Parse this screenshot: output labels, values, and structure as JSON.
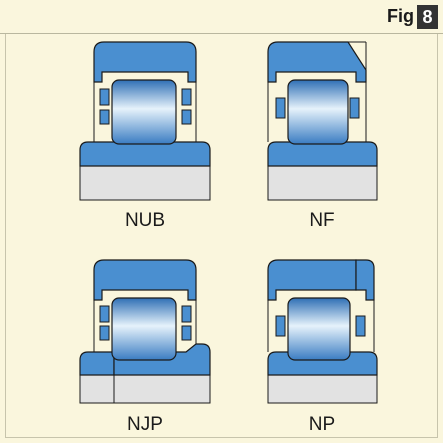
{
  "figure": {
    "label": "Fig",
    "number": "8"
  },
  "bearings": [
    {
      "type": "NUB",
      "caption": "NUB"
    },
    {
      "type": "NF",
      "caption": "NF"
    },
    {
      "type": "NJP",
      "caption": "NJP"
    },
    {
      "type": "NP",
      "caption": "NP"
    }
  ],
  "colors": {
    "background": "#faf6dd",
    "ring_blue": "#4a8fd0",
    "roller_dark": "#2f6fb5",
    "roller_light": "#e6f2fb",
    "shaft_grey": "#e2e2e2",
    "outline": "#1a1a1a"
  }
}
